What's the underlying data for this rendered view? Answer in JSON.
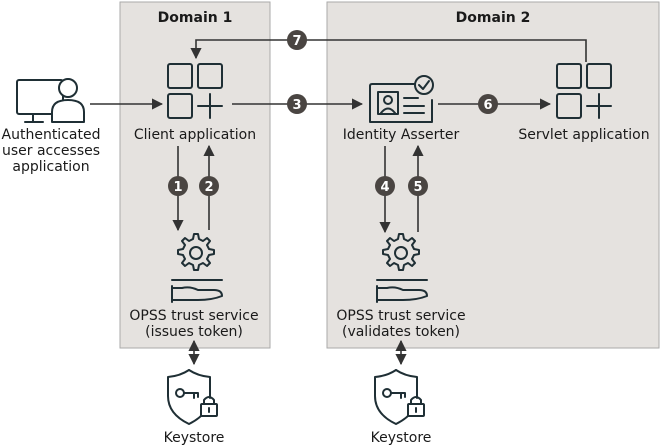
{
  "domains": {
    "domain1": {
      "title": "Domain 1"
    },
    "domain2": {
      "title": "Domain 2"
    }
  },
  "user": {
    "label_line1": "Authenticated",
    "label_line2": "user accesses",
    "label_line3": "application"
  },
  "client_app": {
    "label": "Client application"
  },
  "identity_asserter": {
    "label": "Identity Asserter"
  },
  "servlet_app": {
    "label": "Servlet application"
  },
  "opss1": {
    "label_line1": "OPSS trust service",
    "label_line2": "(issues token)"
  },
  "opss2": {
    "label_line1": "OPSS trust service",
    "label_line2": "(validates token)"
  },
  "keystore1": {
    "label": "Keystore"
  },
  "keystore2": {
    "label": "Keystore"
  },
  "steps": [
    "1",
    "2",
    "3",
    "4",
    "5",
    "6",
    "7"
  ],
  "colors": {
    "domain_fill": "#e5e2df",
    "domain_stroke": "#aaaaaa",
    "step_badge": "#4a4542",
    "icon_stroke": "#1f2f35"
  }
}
